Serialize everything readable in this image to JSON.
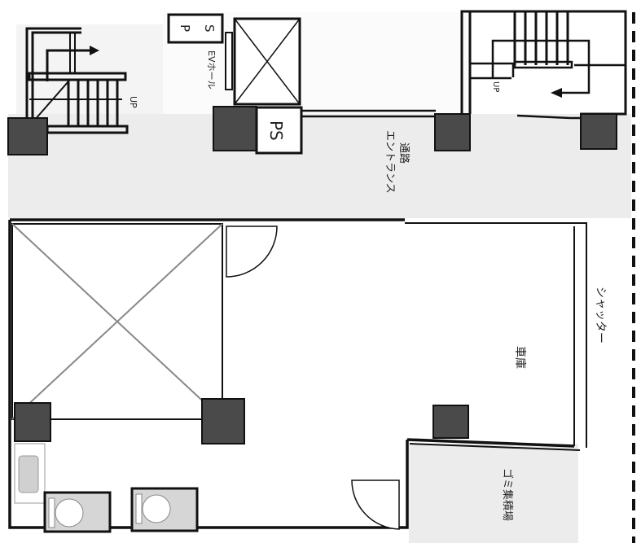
{
  "labels": {
    "ps_top_p": "P",
    "ps_top_s": "S",
    "ev_hall": "EVホール",
    "ps_box": "PS",
    "up_left": "UP",
    "up_right": "UP",
    "entrance": "エントランス",
    "corridor": "通路",
    "garage": "車庫",
    "shutter": "シャッター",
    "garbage": "ゴミ集積場"
  },
  "colors": {
    "wall": "#111111",
    "column": "#4a4a4a",
    "corridor": "#ececec",
    "fixture": "#d0d0d0"
  }
}
